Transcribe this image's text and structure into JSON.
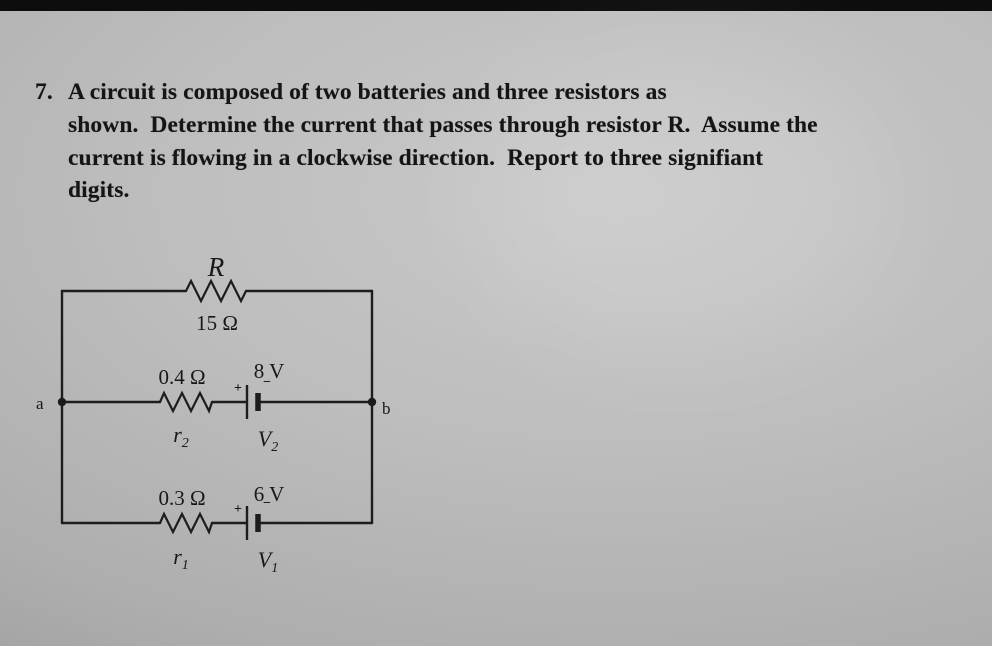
{
  "colors": {
    "background_gray": "#b9b9b9",
    "top_bar": "#0d0d0d",
    "ink": "#1b1b1b"
  },
  "problem": {
    "number": "7.",
    "lines": [
      "A circuit is composed of two batteries and three resistors as",
      "shown.  Determine the current that passes through resistor R.  Assume the",
      "current is flowing in a clockwise direction.  Report to three signifiant",
      "digits."
    ]
  },
  "circuit": {
    "top_branch": {
      "name": "R",
      "value": "15 Ω"
    },
    "middle_branch": {
      "resistor_value": "0.4 Ω",
      "resistor_name": "r",
      "resistor_sub": "2",
      "battery_value": "8 V",
      "battery_name": "V",
      "battery_sub": "2",
      "polarity_plus": "+",
      "polarity_minus": "−"
    },
    "bottom_branch": {
      "resistor_value": "0.3 Ω",
      "resistor_name": "r",
      "resistor_sub": "1",
      "battery_value": "6 V",
      "battery_name": "V",
      "battery_sub": "1",
      "polarity_plus": "+",
      "polarity_minus": "−"
    },
    "nodes": {
      "left": "a",
      "right": "b"
    }
  }
}
